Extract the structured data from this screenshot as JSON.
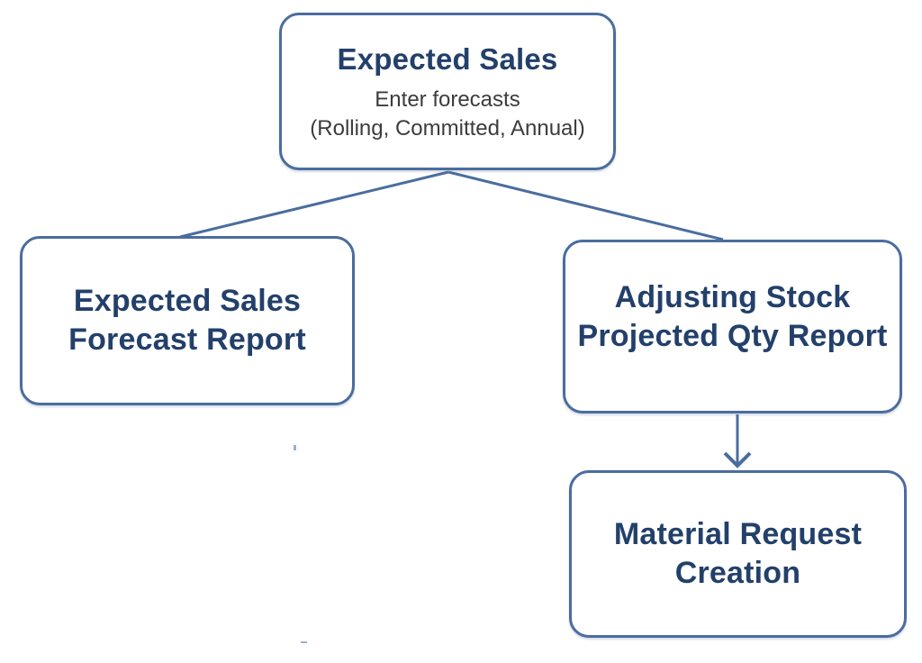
{
  "colors": {
    "box_border": "#4a6d9e",
    "connector": "#4a6d9e",
    "title_text": "#23406b",
    "subtitle_text": "#3c3c3c",
    "background": "#ffffff"
  },
  "diagram": {
    "type": "flowchart",
    "nodes": {
      "expected_sales": {
        "title": "Expected Sales",
        "subtitle_line1": "Enter forecasts",
        "subtitle_line2": "(Rolling, Committed, Annual)"
      },
      "expected_sales_forecast_report": {
        "title_line1": "Expected Sales",
        "title_line2": "Forecast Report"
      },
      "adjusting_stock_projected_qty_report": {
        "title_line1": "Adjusting Stock",
        "title_line2": "Projected Qty Report"
      },
      "material_request_creation": {
        "title_line1": "Material Request",
        "title_line2": "Creation"
      }
    },
    "edges": [
      {
        "from": "expected_sales",
        "to": "expected_sales_forecast_report",
        "style": "plain-line"
      },
      {
        "from": "expected_sales",
        "to": "adjusting_stock_projected_qty_report",
        "style": "plain-line"
      },
      {
        "from": "adjusting_stock_projected_qty_report",
        "to": "material_request_creation",
        "style": "arrow-down"
      }
    ]
  }
}
